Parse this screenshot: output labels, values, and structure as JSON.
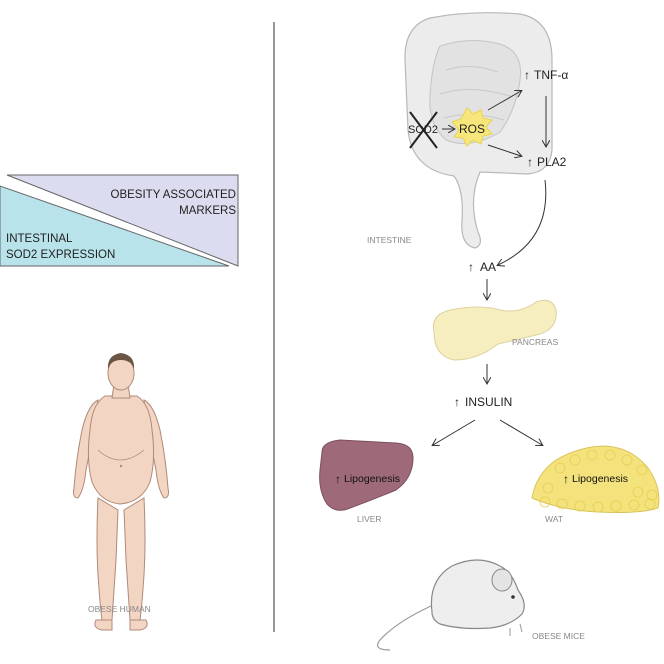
{
  "left_panel": {
    "tri_top_line1": "OBESITY ASSOCIATED",
    "tri_top_line2": "MARKERS",
    "tri_bottom_line1": "INTESTINAL",
    "tri_bottom_line2": "SOD2 EXPRESSION",
    "human_label": "OBESE HUMAN"
  },
  "right_panel": {
    "tnf_label": "TNF-α",
    "sod2_label": "SOD2",
    "ros_label": "ROS",
    "pla2_label": "PLA2",
    "intestine_label": "INTESTINE",
    "aa_label": "AA",
    "pancreas_label": "PANCREAS",
    "insulin_label": "INSULIN",
    "liver_lipogenesis": "Lipogenesis",
    "liver_label": "LIVER",
    "wat_lipogenesis": "Lipogenesis",
    "wat_label": "WAT",
    "mice_label": "OBESE MICE"
  },
  "colors": {
    "tri_top": "#dcdcf0",
    "tri_bottom": "#b8e3ea",
    "intestine": "#ececec",
    "ros_burst": "#f7e77a",
    "pancreas": "#f7eec0",
    "liver": "#9e6a7a",
    "wat": "#f4e27c",
    "skin": "#f3d5c4"
  },
  "symbols": {
    "up_arrow": "↑"
  }
}
